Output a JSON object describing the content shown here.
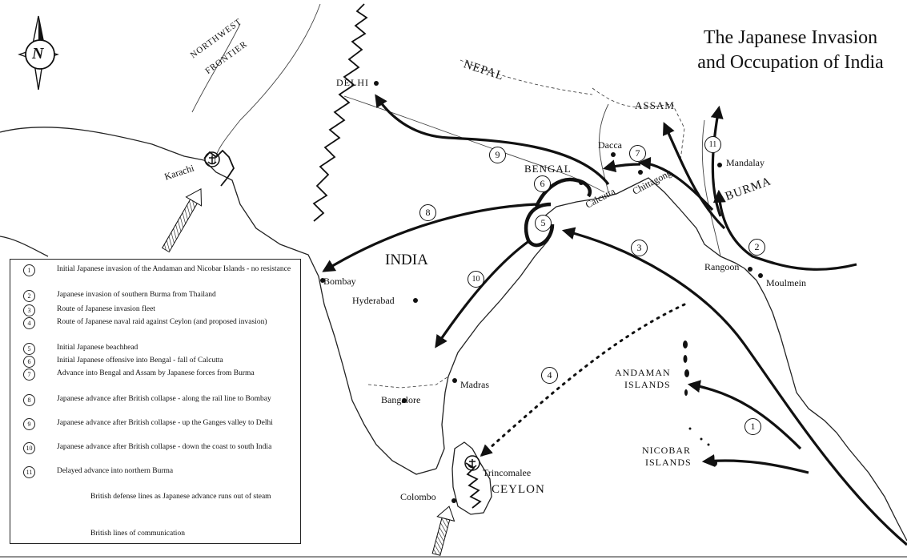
{
  "title": {
    "line1": "The Japanese Invasion",
    "line2": "and Occupation of India"
  },
  "compass": {
    "letter": "N"
  },
  "regions": {
    "northwest_frontier_1": "NORTHWEST",
    "northwest_frontier_2": "FRONTIER",
    "nepal": "NEPAL",
    "assam": "ASSAM",
    "bengal": "BENGAL",
    "burma": "BURMA",
    "india": "INDIA",
    "ceylon": "CEYLON",
    "andaman_1": "ANDAMAN",
    "andaman_2": "ISLANDS",
    "nicobar_1": "NICOBAR",
    "nicobar_2": "ISLANDS"
  },
  "cities": {
    "delhi": "DELHI",
    "karachi": "Karachi",
    "dacca": "Dacca",
    "mandalay": "Mandalay",
    "chittagong": "Chittagong",
    "calcutta": "Calcutta",
    "rangoon": "Rangoon",
    "moulmein": "Moulmein",
    "bombay": "Bombay",
    "hyderabad": "Hyderabad",
    "madras": "Madras",
    "bangalore": "Bangalore",
    "trincomalee": "Trincomalee",
    "colombo": "Colombo"
  },
  "route_numbers": {
    "r1": "1",
    "r2": "2",
    "r3": "3",
    "r4": "4",
    "r5": "5",
    "r6": "6",
    "r7": "7",
    "r8": "8",
    "r9": "9",
    "r10": "10",
    "r11": "11"
  },
  "legend": {
    "items": [
      {
        "num": "1",
        "text": "Initial Japanese invasion of the Andaman and Nicobar Islands - no resistance"
      },
      {
        "num": "2",
        "text": "Japanese invasion of southern Burma from Thailand"
      },
      {
        "num": "3",
        "text": "Route of Japanese invasion fleet"
      },
      {
        "num": "4",
        "text": "Route of Japanese naval raid against Ceylon (and proposed invasion)"
      },
      {
        "num": "5",
        "text": "Initial Japanese beachhead"
      },
      {
        "num": "6",
        "text": "Initial Japanese offensive into Bengal - fall of Calcutta"
      },
      {
        "num": "7",
        "text": "Advance into Bengal and Assam by Japanese forces from Burma"
      },
      {
        "num": "8",
        "text": "Japanese advance after British collapse - along the rail line to Bombay"
      },
      {
        "num": "9",
        "text": "Japanese advance after British collapse - up the Ganges valley to Delhi"
      },
      {
        "num": "10",
        "text": "Japanese advance after British collapse - down the coast to south India"
      },
      {
        "num": "11",
        "text": "Delayed advance into northern Burma"
      }
    ],
    "defense_line": "British defense lines as Japanese advance runs out of steam",
    "communication": "British lines of communication"
  }
}
